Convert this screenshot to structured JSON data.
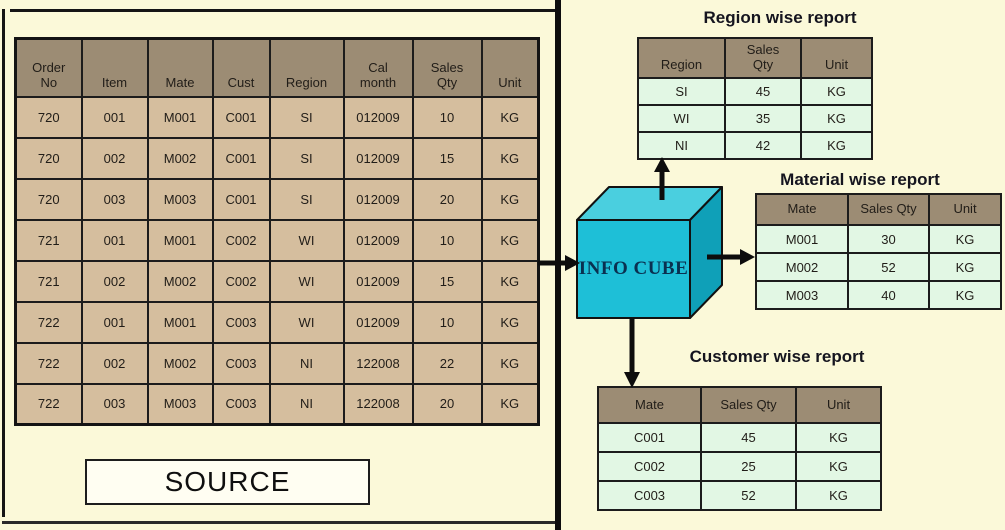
{
  "source_panel": {
    "label": "SOURCE",
    "table": {
      "headers": [
        "Order\nNo",
        "Item",
        "Mate",
        "Cust",
        "Region",
        "Cal\nmonth",
        "Sales\nQty",
        "Unit"
      ],
      "rows": [
        [
          "720",
          "001",
          "M001",
          "C001",
          "SI",
          "012009",
          "10",
          "KG"
        ],
        [
          "720",
          "002",
          "M002",
          "C001",
          "SI",
          "012009",
          "15",
          "KG"
        ],
        [
          "720",
          "003",
          "M003",
          "C001",
          "SI",
          "012009",
          "20",
          "KG"
        ],
        [
          "721",
          "001",
          "M001",
          "C002",
          "WI",
          "012009",
          "10",
          "KG"
        ],
        [
          "721",
          "002",
          "M002",
          "C002",
          "WI",
          "012009",
          "15",
          "KG"
        ],
        [
          "722",
          "001",
          "M001",
          "C003",
          "WI",
          "012009",
          "10",
          "KG"
        ],
        [
          "722",
          "002",
          "M002",
          "C003",
          "NI",
          "122008",
          "22",
          "KG"
        ],
        [
          "722",
          "003",
          "M003",
          "C003",
          "NI",
          "122008",
          "20",
          "KG"
        ]
      ]
    }
  },
  "cube": {
    "label": "INFO CUBE"
  },
  "reports": {
    "region": {
      "title": "Region wise report",
      "table": {
        "headers": [
          "Region",
          "Sales\nQty",
          "Unit"
        ],
        "rows": [
          [
            "SI",
            "45",
            "KG"
          ],
          [
            "WI",
            "35",
            "KG"
          ],
          [
            "NI",
            "42",
            "KG"
          ]
        ]
      }
    },
    "material": {
      "title": "Material wise report",
      "table": {
        "headers": [
          "Mate",
          "Sales Qty",
          "Unit"
        ],
        "rows": [
          [
            "M001",
            "30",
            "KG"
          ],
          [
            "M002",
            "52",
            "KG"
          ],
          [
            "M003",
            "40",
            "KG"
          ]
        ]
      }
    },
    "customer": {
      "title": "Customer wise report",
      "table": {
        "headers": [
          "Mate",
          "Sales Qty",
          "Unit"
        ],
        "rows": [
          [
            "C001",
            "45",
            "KG"
          ],
          [
            "C002",
            "25",
            "KG"
          ],
          [
            "C003",
            "52",
            "KG"
          ]
        ]
      }
    }
  },
  "colors": {
    "background": "#FBF9D9",
    "table_header_bg": "#9C8C74",
    "source_cell_bg": "#D5BE9E",
    "report_cell_bg": "#E2F7E4",
    "cube_top": "#4ACFDF",
    "cube_front": "#1EBFD7",
    "cube_side": "#0FA0B8",
    "line_color": "#0D0D0D"
  }
}
